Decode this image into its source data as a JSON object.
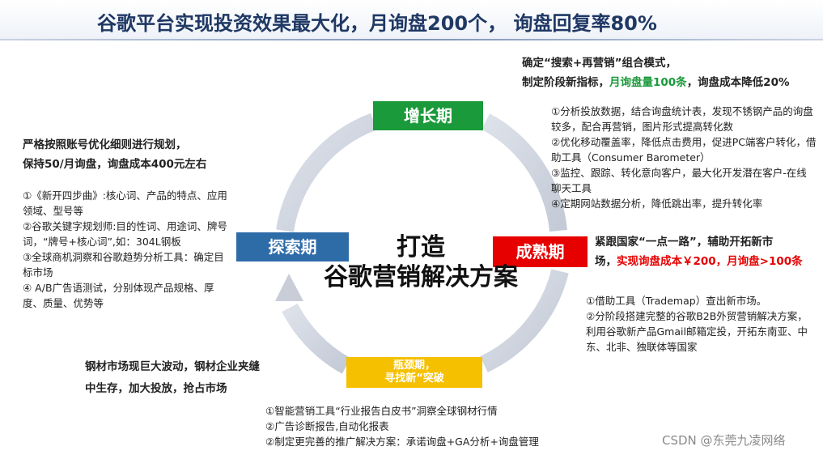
{
  "title": "谷歌平台实现投资效果最大化，月询盘200个，  询盘回复率80%",
  "center": {
    "line1": "打造",
    "line2": "谷歌营销解决方案"
  },
  "phases": {
    "growth": "增长期",
    "explore": "探索期",
    "mature": "成熟期",
    "bottleneck_line1": "瓶颈期，",
    "bottleneck_line2": "寻找新“突破"
  },
  "growth": {
    "head1": "确定“搜索+再营销”组合模式，",
    "head2_pre": "制定阶段新指标，",
    "head2_hl": "月询盘量100条",
    "head2_post": "，询盘成本降低20%",
    "items": [
      "①分析投放数据，结合询盘统计表，发现不锈钢产品的询盘较多，配合再营销，图片形式提高转化数",
      "②优化移动覆盖率，降低点击费用，促进PC端客户转化，借助工具（Consumer Barometer）",
      "③监控、跟踪、转化意向客户，最大化开发潜在客户-在线聊天工具",
      "④定期网站数据分析，降低跳出率，提升转化率"
    ]
  },
  "explore": {
    "head1": "严格按照账号优化细则进行规划，",
    "head2": "保持50/月询盘，询盘成本400元左右",
    "items": [
      "①《新开四步曲》:核心词、产品的特点、应用领域、型号等",
      "②谷歌关键字规划师:目的性词、用途词、牌号词，“牌号+核心词”,如：304L钢板",
      "③全球商机洞察和谷歌趋势分析工具：确定目标市场",
      "④ A/B广告语测试，分别体现产品规格、厚度、质量、优势等"
    ]
  },
  "mature": {
    "head1": "紧跟国家“一点一路”，辅助开拓新市",
    "head2_pre": "场，",
    "head2_hl": "实现询盘成本￥200，月询盘>100条",
    "items": [
      "①借助工具（Trademap）查出新市场。",
      "②分阶段搭建完整的谷歌B2B外贸营销解决方案，利用谷歌新产品Gmail邮箱定投，开拓东南亚、中东、北非、独联体等国家"
    ]
  },
  "bottleneck": {
    "head1": "钢材市场现巨大波动，钢材企业夹缝",
    "head2": "中生存，加大投放，抢占市场",
    "items": [
      "①智能营销工具“行业报告白皮书”洞察全球钢材行情",
      "②广告诊断报告,自动化报表",
      "②制定更完善的推广解决方案：承诺询盘+GA分析+询盘管理"
    ]
  },
  "watermark": "CSDN @东莞九凌网络",
  "colors": {
    "title": "#1f3864",
    "growth": "#1a9a3a",
    "explore": "#2e6ca8",
    "mature": "#e60000",
    "bottleneck": "#f5c000",
    "cycle_arrow": "#d0d5df"
  }
}
